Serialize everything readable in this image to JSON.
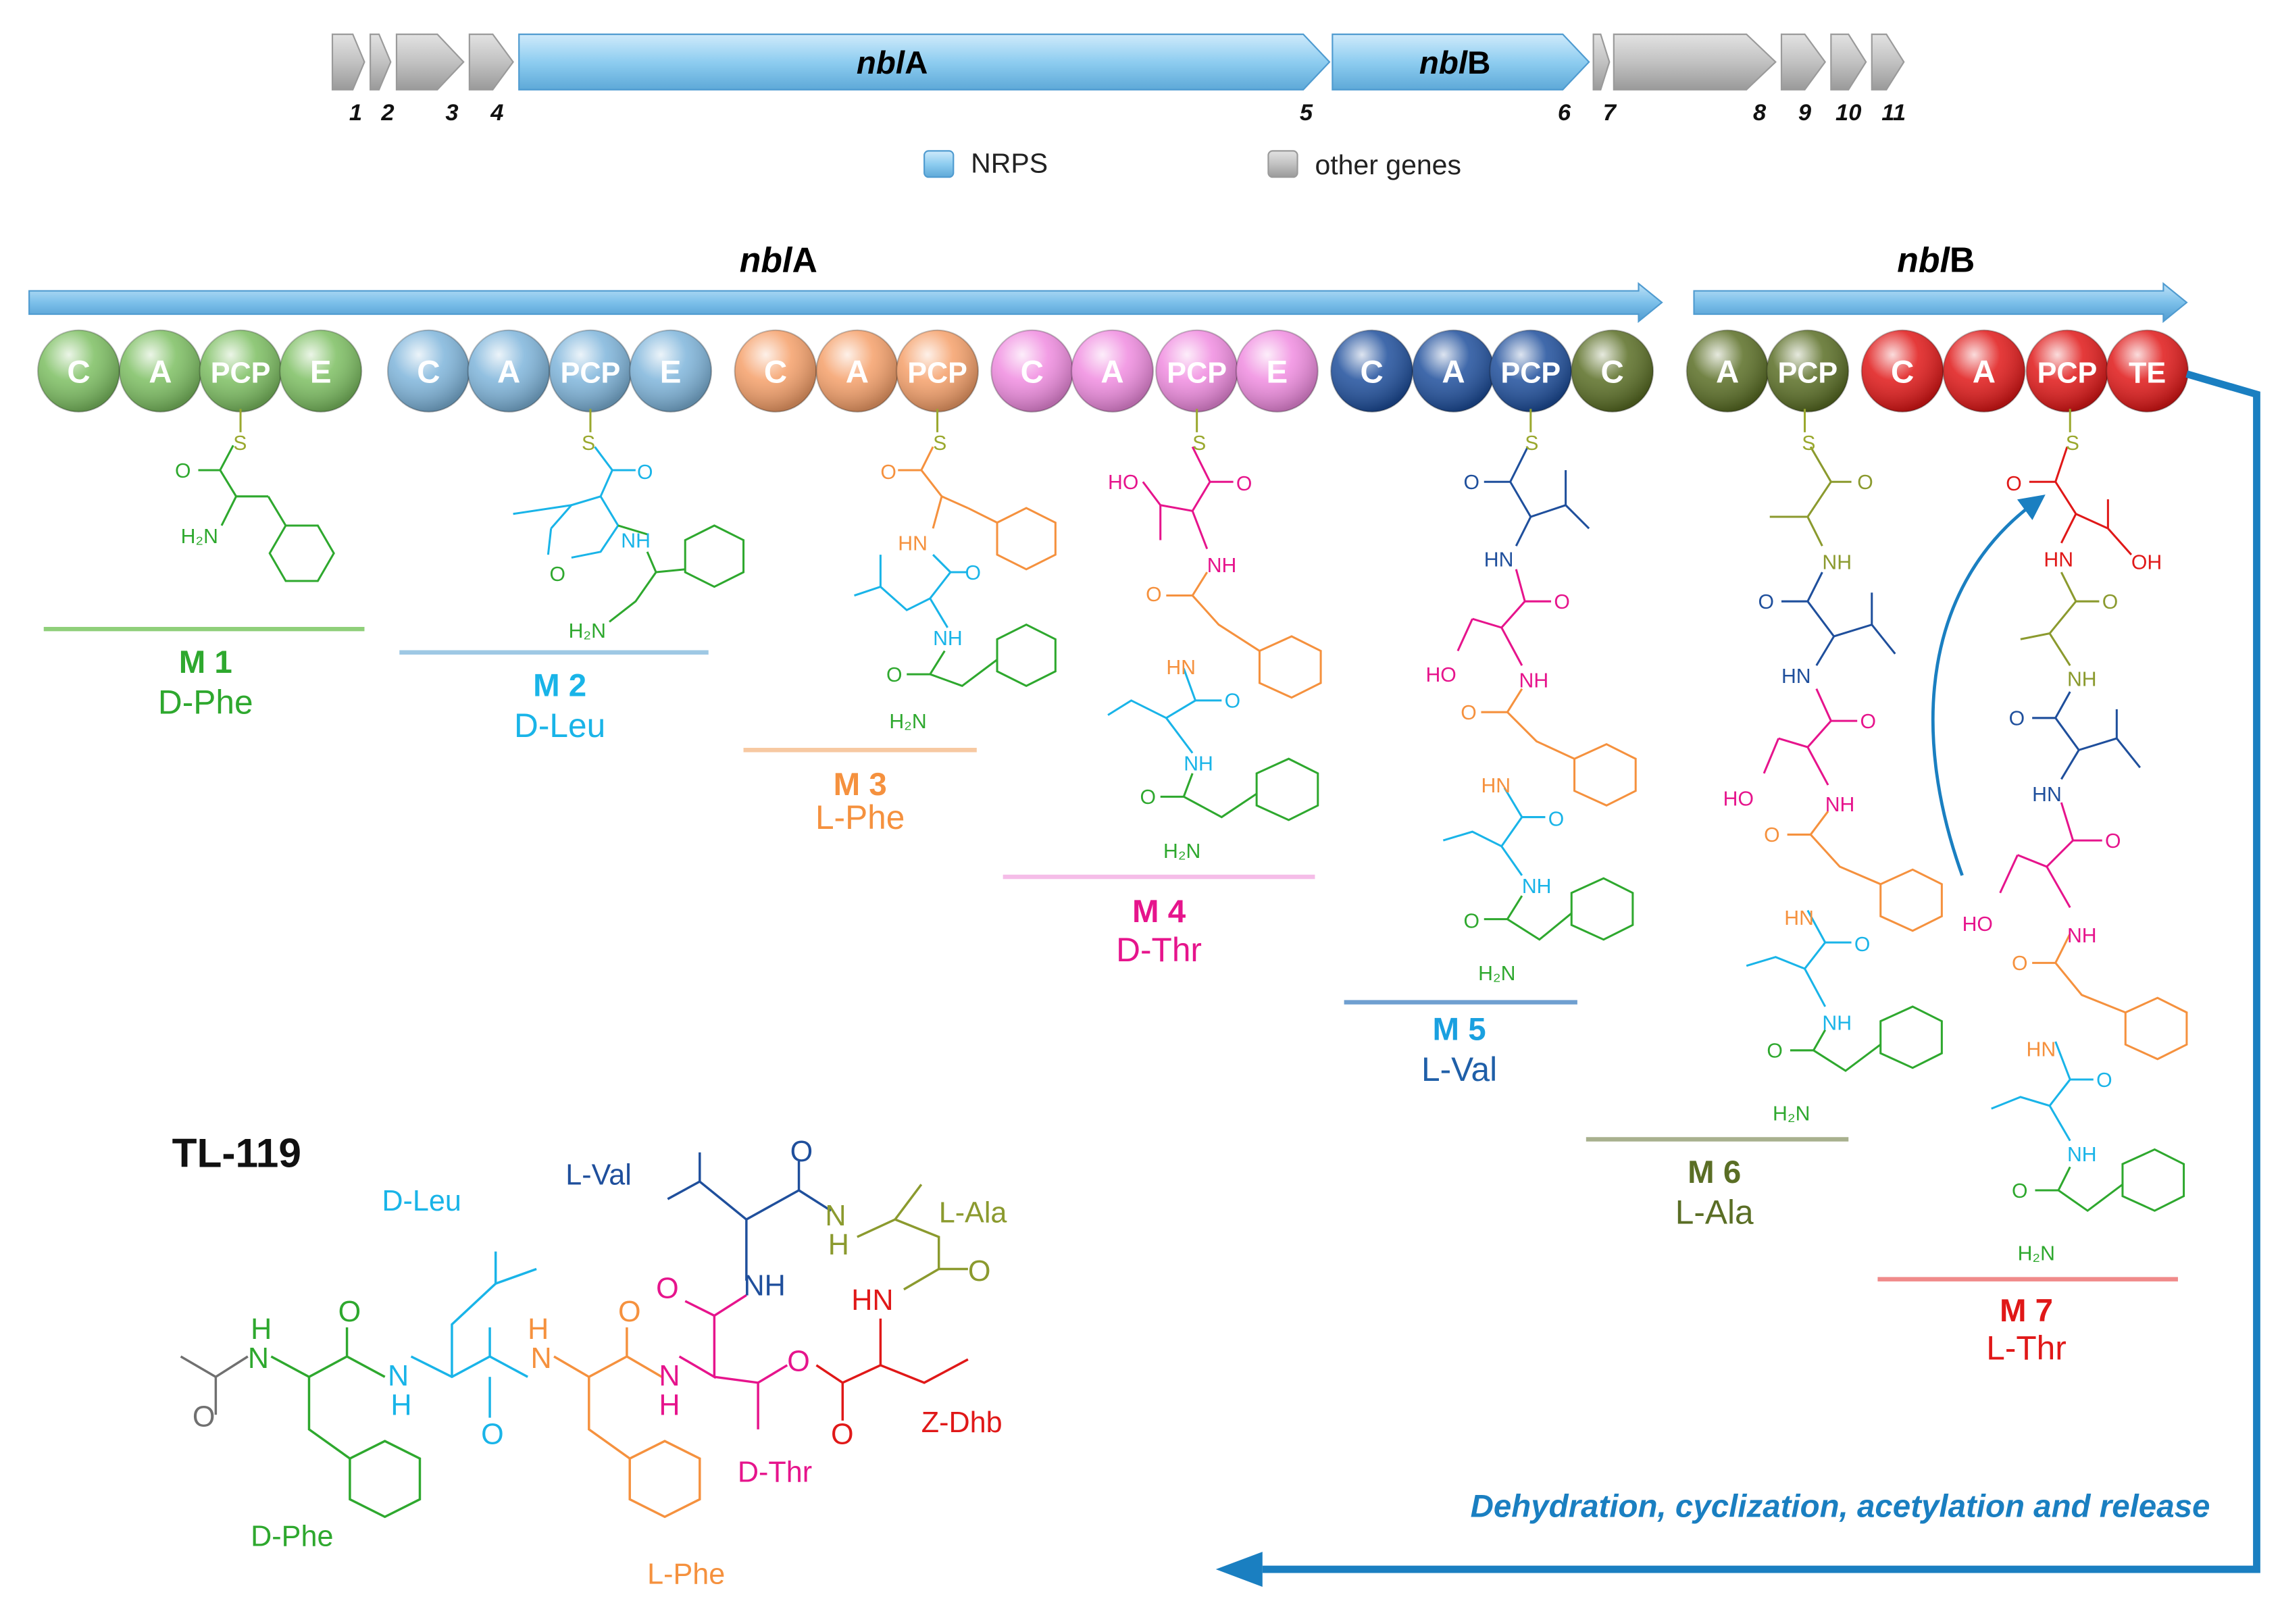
{
  "gene_cluster": {
    "numbers": [
      "1",
      "2",
      "3",
      "4",
      "5",
      "6",
      "7",
      "8",
      "9",
      "10",
      "11"
    ],
    "nblA_label": {
      "prefix": "nbl",
      "suffix": "A"
    },
    "nblB_label": {
      "prefix": "nbl",
      "suffix": "B"
    }
  },
  "legend": {
    "nrps_label": "NRPS",
    "other_label": "other genes",
    "nrps_color": "#8ecdf0",
    "other_color": "#b0b0b0"
  },
  "arrows": {
    "nblA": {
      "prefix": "nbl",
      "suffix": "A"
    },
    "nblB": {
      "prefix": "nbl",
      "suffix": "B"
    }
  },
  "domains": [
    {
      "label": "C",
      "color": "#7dbf62"
    },
    {
      "label": "A",
      "color": "#7dbf62"
    },
    {
      "label": "PCP",
      "color": "#7dbf62"
    },
    {
      "label": "E",
      "color": "#7dbf62"
    },
    {
      "label": "C",
      "color": "#7fb5db"
    },
    {
      "label": "A",
      "color": "#7fb5db"
    },
    {
      "label": "PCP",
      "color": "#7fb5db"
    },
    {
      "label": "E",
      "color": "#7fb5db"
    },
    {
      "label": "C",
      "color": "#f5a06a"
    },
    {
      "label": "A",
      "color": "#f5a06a"
    },
    {
      "label": "PCP",
      "color": "#f5a06a"
    },
    {
      "label": "C",
      "color": "#f08ce0"
    },
    {
      "label": "A",
      "color": "#f08ce0"
    },
    {
      "label": "PCP",
      "color": "#f08ce0"
    },
    {
      "label": "E",
      "color": "#f08ce0"
    },
    {
      "label": "C",
      "color": "#1f4f9c"
    },
    {
      "label": "A",
      "color": "#1f4f9c"
    },
    {
      "label": "PCP",
      "color": "#1f4f9c"
    },
    {
      "label": "C",
      "color": "#5a6e25"
    },
    {
      "label": "A",
      "color": "#5a6e25"
    },
    {
      "label": "PCP",
      "color": "#5a6e25"
    },
    {
      "label": "C",
      "color": "#e01818"
    },
    {
      "label": "A",
      "color": "#e01818"
    },
    {
      "label": "PCP",
      "color": "#e01818"
    },
    {
      "label": "TE",
      "color": "#e01818"
    }
  ],
  "modules": [
    {
      "name": "M 1",
      "residue": "D-Phe",
      "color": "#2ea82e"
    },
    {
      "name": "M 2",
      "residue": "D-Leu",
      "color": "#19b4e8"
    },
    {
      "name": "M 3",
      "residue": "L-Phe",
      "color": "#f5913e"
    },
    {
      "name": "M 4",
      "residue": "D-Thr",
      "color": "#e6148c"
    },
    {
      "name": "M 5",
      "residue": "L-Val",
      "color": "#1f5fa8"
    },
    {
      "name": "M 6",
      "residue": "L-Ala",
      "color": "#5a6e25"
    },
    {
      "name": "M 7",
      "residue": "L-Thr",
      "color": "#e01818"
    }
  ],
  "chem": {
    "S": "S",
    "O": "O",
    "NH": "NH",
    "HN": "HN",
    "N": "N",
    "H": "H",
    "H2N": "H₂N",
    "HO": "HO",
    "OH": "OH"
  },
  "product": {
    "title": "TL-119",
    "labels": {
      "d_leu": "D-Leu",
      "l_val": "L-Val",
      "l_ala": "L-Ala",
      "d_phe": "D-Phe",
      "l_phe": "L-Phe",
      "d_thr": "D-Thr",
      "z_dhb": "Z-Dhb"
    }
  },
  "release_text": "Dehydration, cyclization, acetylation and release"
}
